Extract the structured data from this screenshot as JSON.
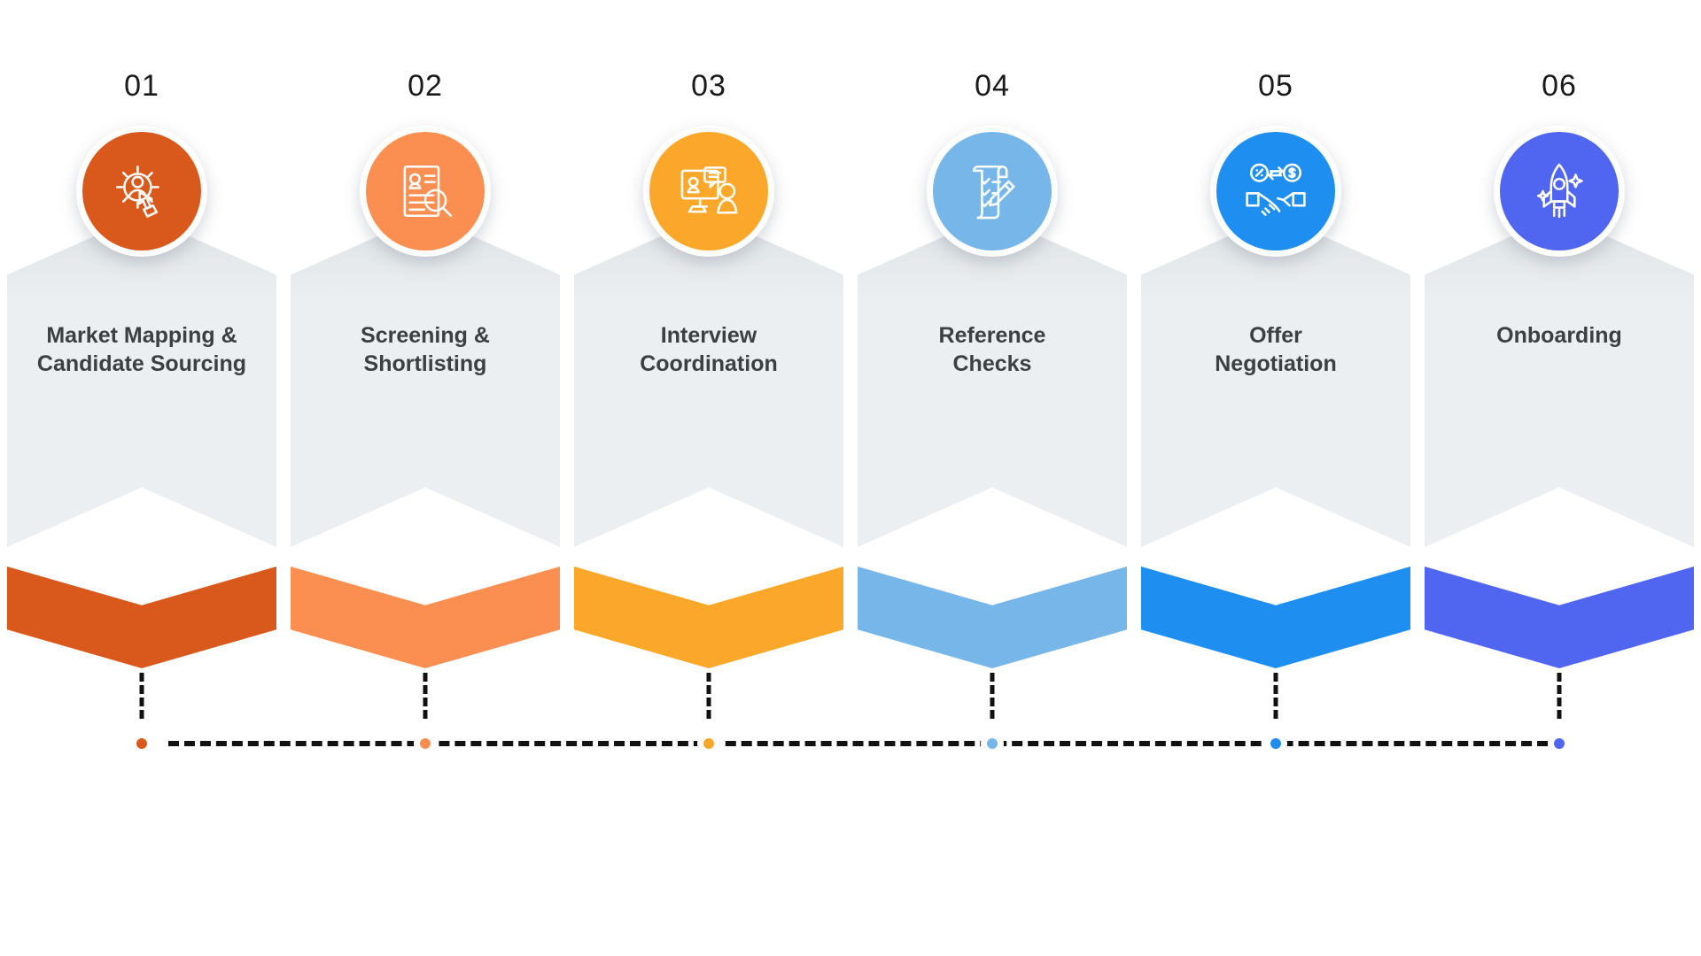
{
  "infographic": {
    "type": "process-timeline",
    "orientation": "horizontal",
    "step_count": 6,
    "background_color": "#ffffff",
    "panel_color": "#ebeff1",
    "title_text_color": "#3b4043",
    "number_text_color": "#1a1a1a",
    "timeline_line_color": "#111111"
  },
  "steps": [
    {
      "number": "01",
      "title": "Market Mapping & Candidate Sourcing",
      "title_line_1": "Market Mapping &",
      "title_line_2": "Candidate Sourcing",
      "color": "#d9591c",
      "icon": "person-target-click-icon"
    },
    {
      "number": "02",
      "title": "Screening & Shortlisting",
      "title_line_1": "Screening &",
      "title_line_2": "Shortlisting",
      "color": "#fb8f52",
      "icon": "resume-magnifier-icon"
    },
    {
      "number": "03",
      "title": "Interview Coordination",
      "title_line_1": "Interview",
      "title_line_2": "Coordination",
      "color": "#fba82a",
      "icon": "video-interview-icon"
    },
    {
      "number": "04",
      "title": "Reference Checks",
      "title_line_1": "Reference",
      "title_line_2": "Checks",
      "color": "#76b6e8",
      "icon": "checklist-pencil-icon"
    },
    {
      "number": "05",
      "title": "Offer Negotiation",
      "title_line_1": "Offer",
      "title_line_2": "Negotiation",
      "color": "#1e8ef0",
      "icon": "handshake-money-icon"
    },
    {
      "number": "06",
      "title": "Onboarding",
      "title_line_1": "Onboarding",
      "title_line_2": "",
      "color": "#5166f0",
      "icon": "rocket-launch-icon"
    }
  ]
}
